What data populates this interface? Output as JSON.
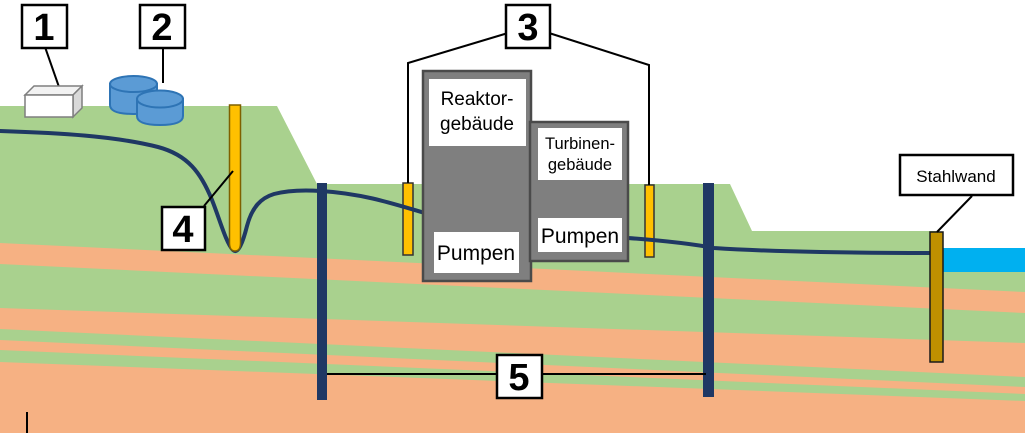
{
  "labels": {
    "callout_1": "1",
    "callout_2": "2",
    "callout_3": "3",
    "callout_4": "4",
    "callout_5": "5",
    "steel_wall": "Stahlwand"
  },
  "buildings": {
    "reactor_line1": "Reaktor-",
    "reactor_line2": "gebäude",
    "turbine_line1": "Turbinen-",
    "turbine_line2": "gebäude",
    "pumps": "Pumpen"
  },
  "colors": {
    "sky_white": "#ffffff",
    "ground_green": "#A9D18E",
    "layer_orange": "#F6B183",
    "sea_blue": "#00B0F0",
    "groundwater_navy": "#1F3864",
    "barrier_wall_navy": "#1F3864",
    "well_yellow": "#FFC000",
    "steel_wall_gold": "#BF9000",
    "building_gray": "#7F7F7F",
    "building_border_gray": "#4A4A4A",
    "tank_blue": "#5B9BD5",
    "tank_border_blue": "#2E74B5",
    "label_box_white": "#ffffff",
    "line_black": "#000000"
  }
}
